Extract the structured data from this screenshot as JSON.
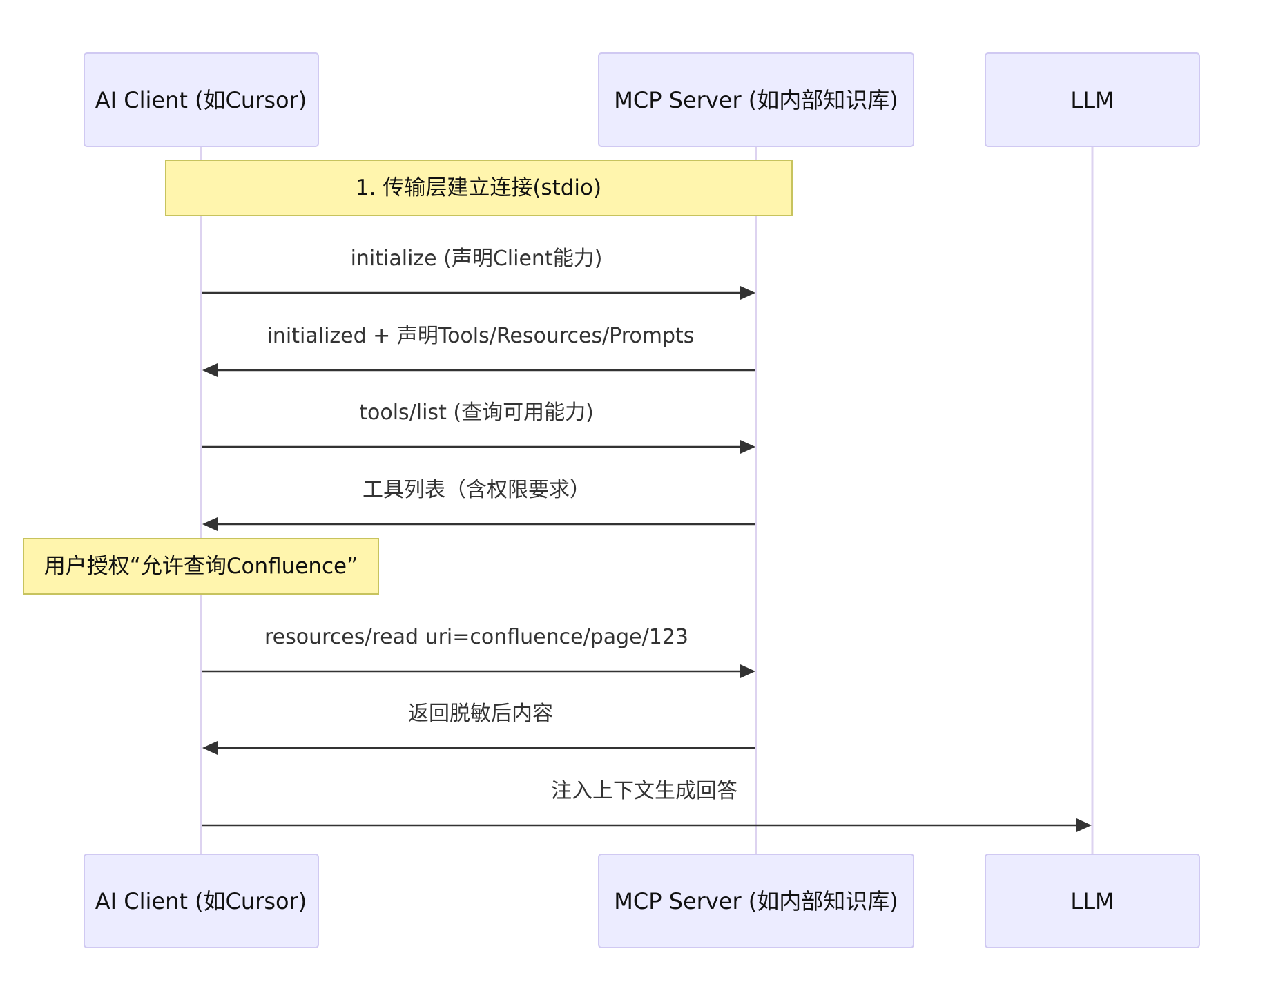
{
  "participants": [
    {
      "id": "client",
      "label": "AI Client (如Cursor)"
    },
    {
      "id": "server",
      "label": "MCP Server (如内部知识库)"
    },
    {
      "id": "llm",
      "label": "LLM"
    }
  ],
  "notes": [
    {
      "text": "1. 传输层建立连接(stdio)",
      "over": [
        "client",
        "server"
      ]
    },
    {
      "text": "用户授权“允许查询Confluence”",
      "over": [
        "client"
      ]
    }
  ],
  "messages": [
    {
      "from": "client",
      "to": "server",
      "text": "initialize (声明Client能力)"
    },
    {
      "from": "server",
      "to": "client",
      "text": "initialized + 声明Tools/Resources/Prompts"
    },
    {
      "from": "client",
      "to": "server",
      "text": "tools/list (查询可用能力)"
    },
    {
      "from": "server",
      "to": "client",
      "text": "工具列表（含权限要求）"
    },
    {
      "from": "client",
      "to": "server",
      "text": "resources/read uri=confluence/page/123"
    },
    {
      "from": "server",
      "to": "client",
      "text": "返回脱敏后内容"
    },
    {
      "from": "client",
      "to": "llm",
      "text": "注入上下文生成回答"
    }
  ]
}
